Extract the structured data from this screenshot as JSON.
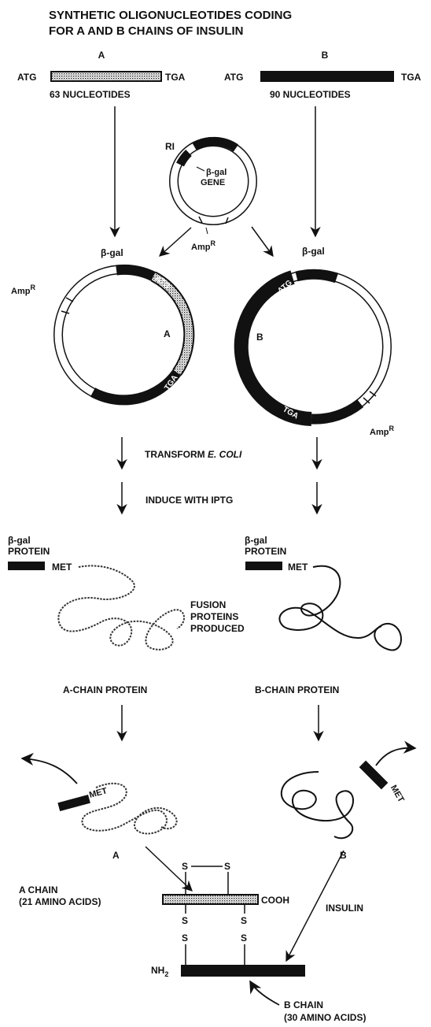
{
  "title": {
    "line1": "SYNTHETIC OLIGONUCLEOTIDES CODING",
    "line2": "FOR A AND B CHAINS OF INSULIN"
  },
  "genes": {
    "a": {
      "label": "A",
      "start": "ATG",
      "stop": "TGA",
      "length": "63 NUCLEOTIDES"
    },
    "b": {
      "label": "B",
      "start": "ATG",
      "stop": "TGA",
      "length": "90 NUCLEOTIDES"
    }
  },
  "plasmid": {
    "ri": "RI",
    "bgal_gene_1": "β-gal",
    "bgal_gene_2": "GENE",
    "ampr": "Amp",
    "ampr_sup": "R"
  },
  "recombinant_a": {
    "bgal": "β-gal",
    "ampr": "Amp",
    "ampr_sup": "R",
    "atg": "ATG",
    "tga": "TGA",
    "insert": "A"
  },
  "recombinant_b": {
    "bgal": "β-gal",
    "ampr": "Amp",
    "ampr_sup": "R",
    "atg": "ATG",
    "tga": "TGA",
    "insert": "B"
  },
  "steps": {
    "transform_prefix": "TRANSFORM ",
    "transform_organism": "E. COLI",
    "induce": "INDUCE WITH IPTG"
  },
  "fusion": {
    "left_bgal": "β-gal",
    "left_protein": "PROTEIN",
    "left_met": "MET",
    "right_bgal": "β-gal",
    "right_protein": "PROTEIN",
    "right_met": "MET",
    "produced_1": "FUSION",
    "produced_2": "PROTEINS",
    "produced_3": "PRODUCED",
    "a_chain_protein": "A-CHAIN PROTEIN",
    "b_chain_protein": "B-CHAIN PROTEIN"
  },
  "cleavage": {
    "left_met": "MET",
    "right_met": "MET",
    "a_label": "A",
    "b_label": "B"
  },
  "insulin": {
    "a_chain_1": "A CHAIN",
    "a_chain_2": "(21 AMINO ACIDS)",
    "cooh": "COOH",
    "nh2": "NH",
    "nh2_sub": "2",
    "s": "S",
    "insulin": "INSULIN",
    "b_chain_1": "B CHAIN",
    "b_chain_2": "(30 AMINO ACIDS)"
  }
}
